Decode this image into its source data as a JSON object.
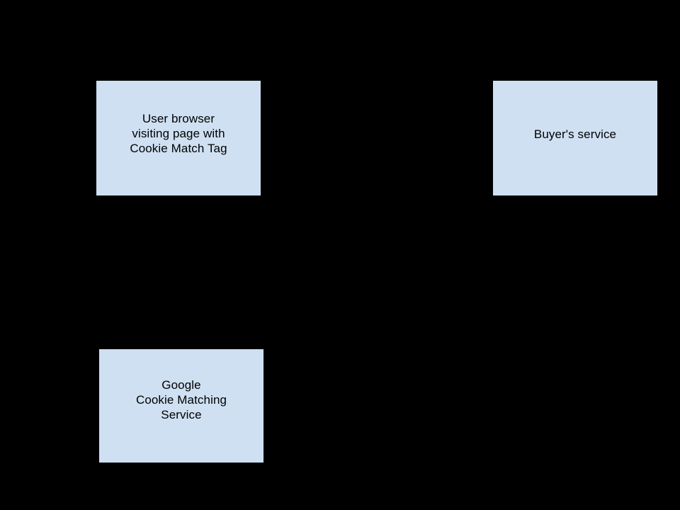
{
  "diagram": {
    "background_color": "#000000",
    "node_fill_color": "#cfe0f2",
    "node_text_color": "#000000",
    "nodes": [
      {
        "id": "user-browser",
        "label": "User browser\nvisiting page with\nCookie Match Tag"
      },
      {
        "id": "buyers-service",
        "label": "Buyer's service"
      },
      {
        "id": "google-cookie-matching-service",
        "label": "Google\nCookie Matching\nService"
      }
    ]
  }
}
